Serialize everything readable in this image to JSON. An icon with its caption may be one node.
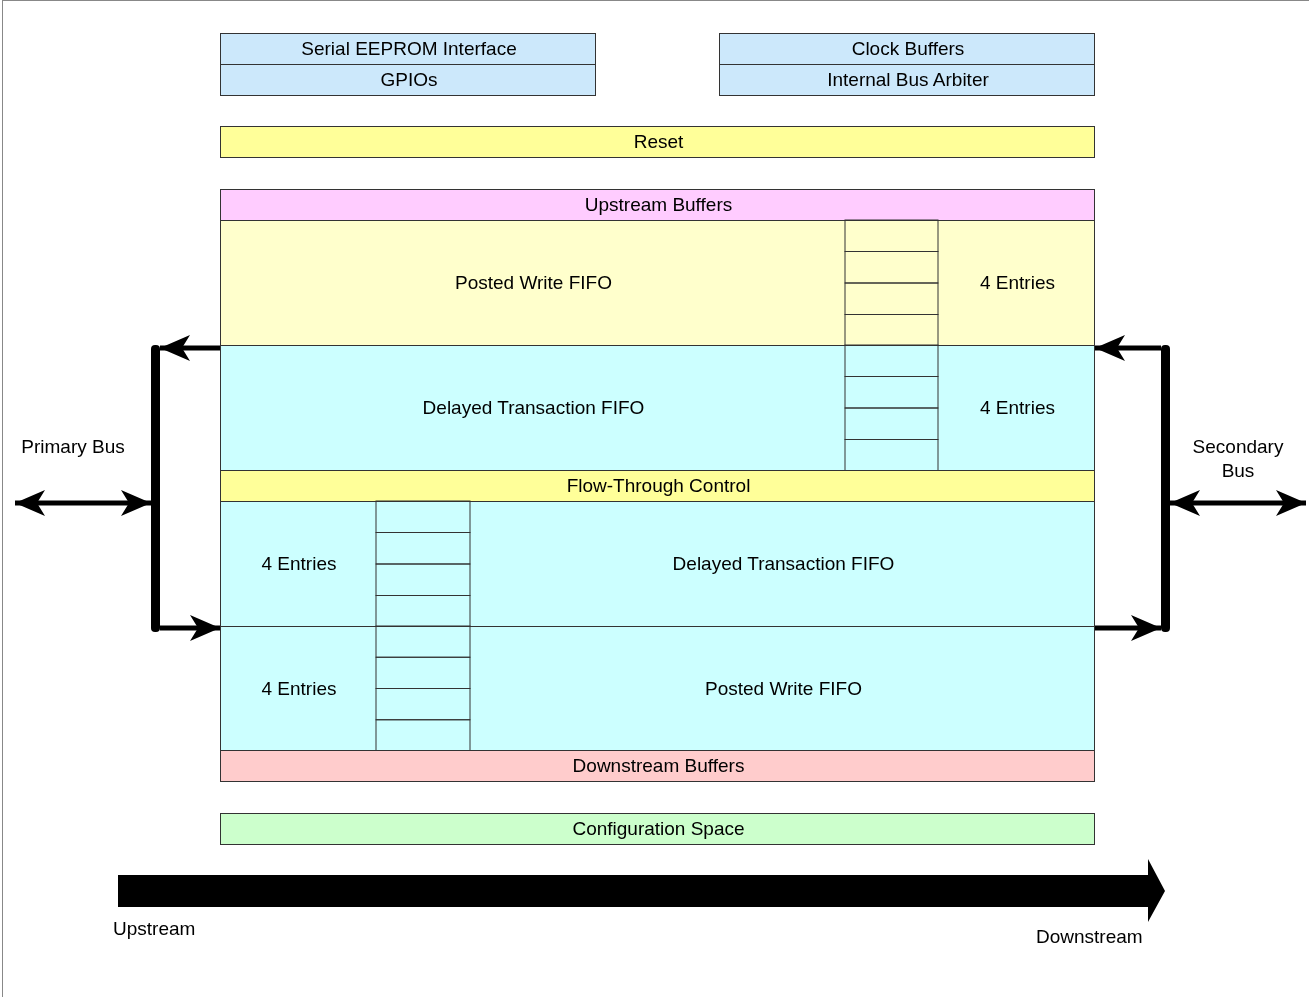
{
  "diagram": {
    "nodes": [
      {
        "text": [
          "Serial EEPROM Interface"
        ]
      },
      {
        "text": [
          "GPIOs"
        ]
      },
      {
        "text": [
          "Clock Buffers"
        ]
      },
      {
        "text": [
          "Internal Bus Arbiter"
        ]
      },
      {
        "text": [
          "Reset"
        ]
      },
      {
        "text": [
          "Upstream Buffers"
        ]
      },
      {
        "text": [
          "Posted Write FIFO",
          "4 Entries"
        ]
      },
      {
        "text": [
          "Delayed Transaction FIFO",
          "4 Entries"
        ]
      },
      {
        "text": [
          "Flow-Through Control"
        ]
      },
      {
        "text": [
          "4 Entries",
          "Delayed Transaction FIFO"
        ]
      },
      {
        "text": [
          "4 Entries",
          "Posted Write FIFO"
        ]
      },
      {
        "text": [
          "Downstream Buffers"
        ]
      },
      {
        "text": [
          "Configuration Space"
        ]
      },
      {
        "text": [],
        "shape": "bar"
      },
      {
        "text": [],
        "shape": "bar"
      }
    ],
    "edges": [
      {
        "from": 7,
        "to": 13,
        "arrow": "to"
      },
      {
        "from": 13,
        "to": 10,
        "arrow": "to"
      },
      {
        "from": null,
        "to": 13,
        "arrow": "both",
        "label": "Primary Bus"
      },
      {
        "from": 14,
        "to": 7,
        "arrow": "to"
      },
      {
        "from": 10,
        "to": 14,
        "arrow": "to"
      },
      {
        "from": 14,
        "to": null,
        "arrow": "both",
        "label": "Secondary Bus"
      }
    ],
    "labels": [
      "Upstream",
      "Downstream"
    ]
  }
}
